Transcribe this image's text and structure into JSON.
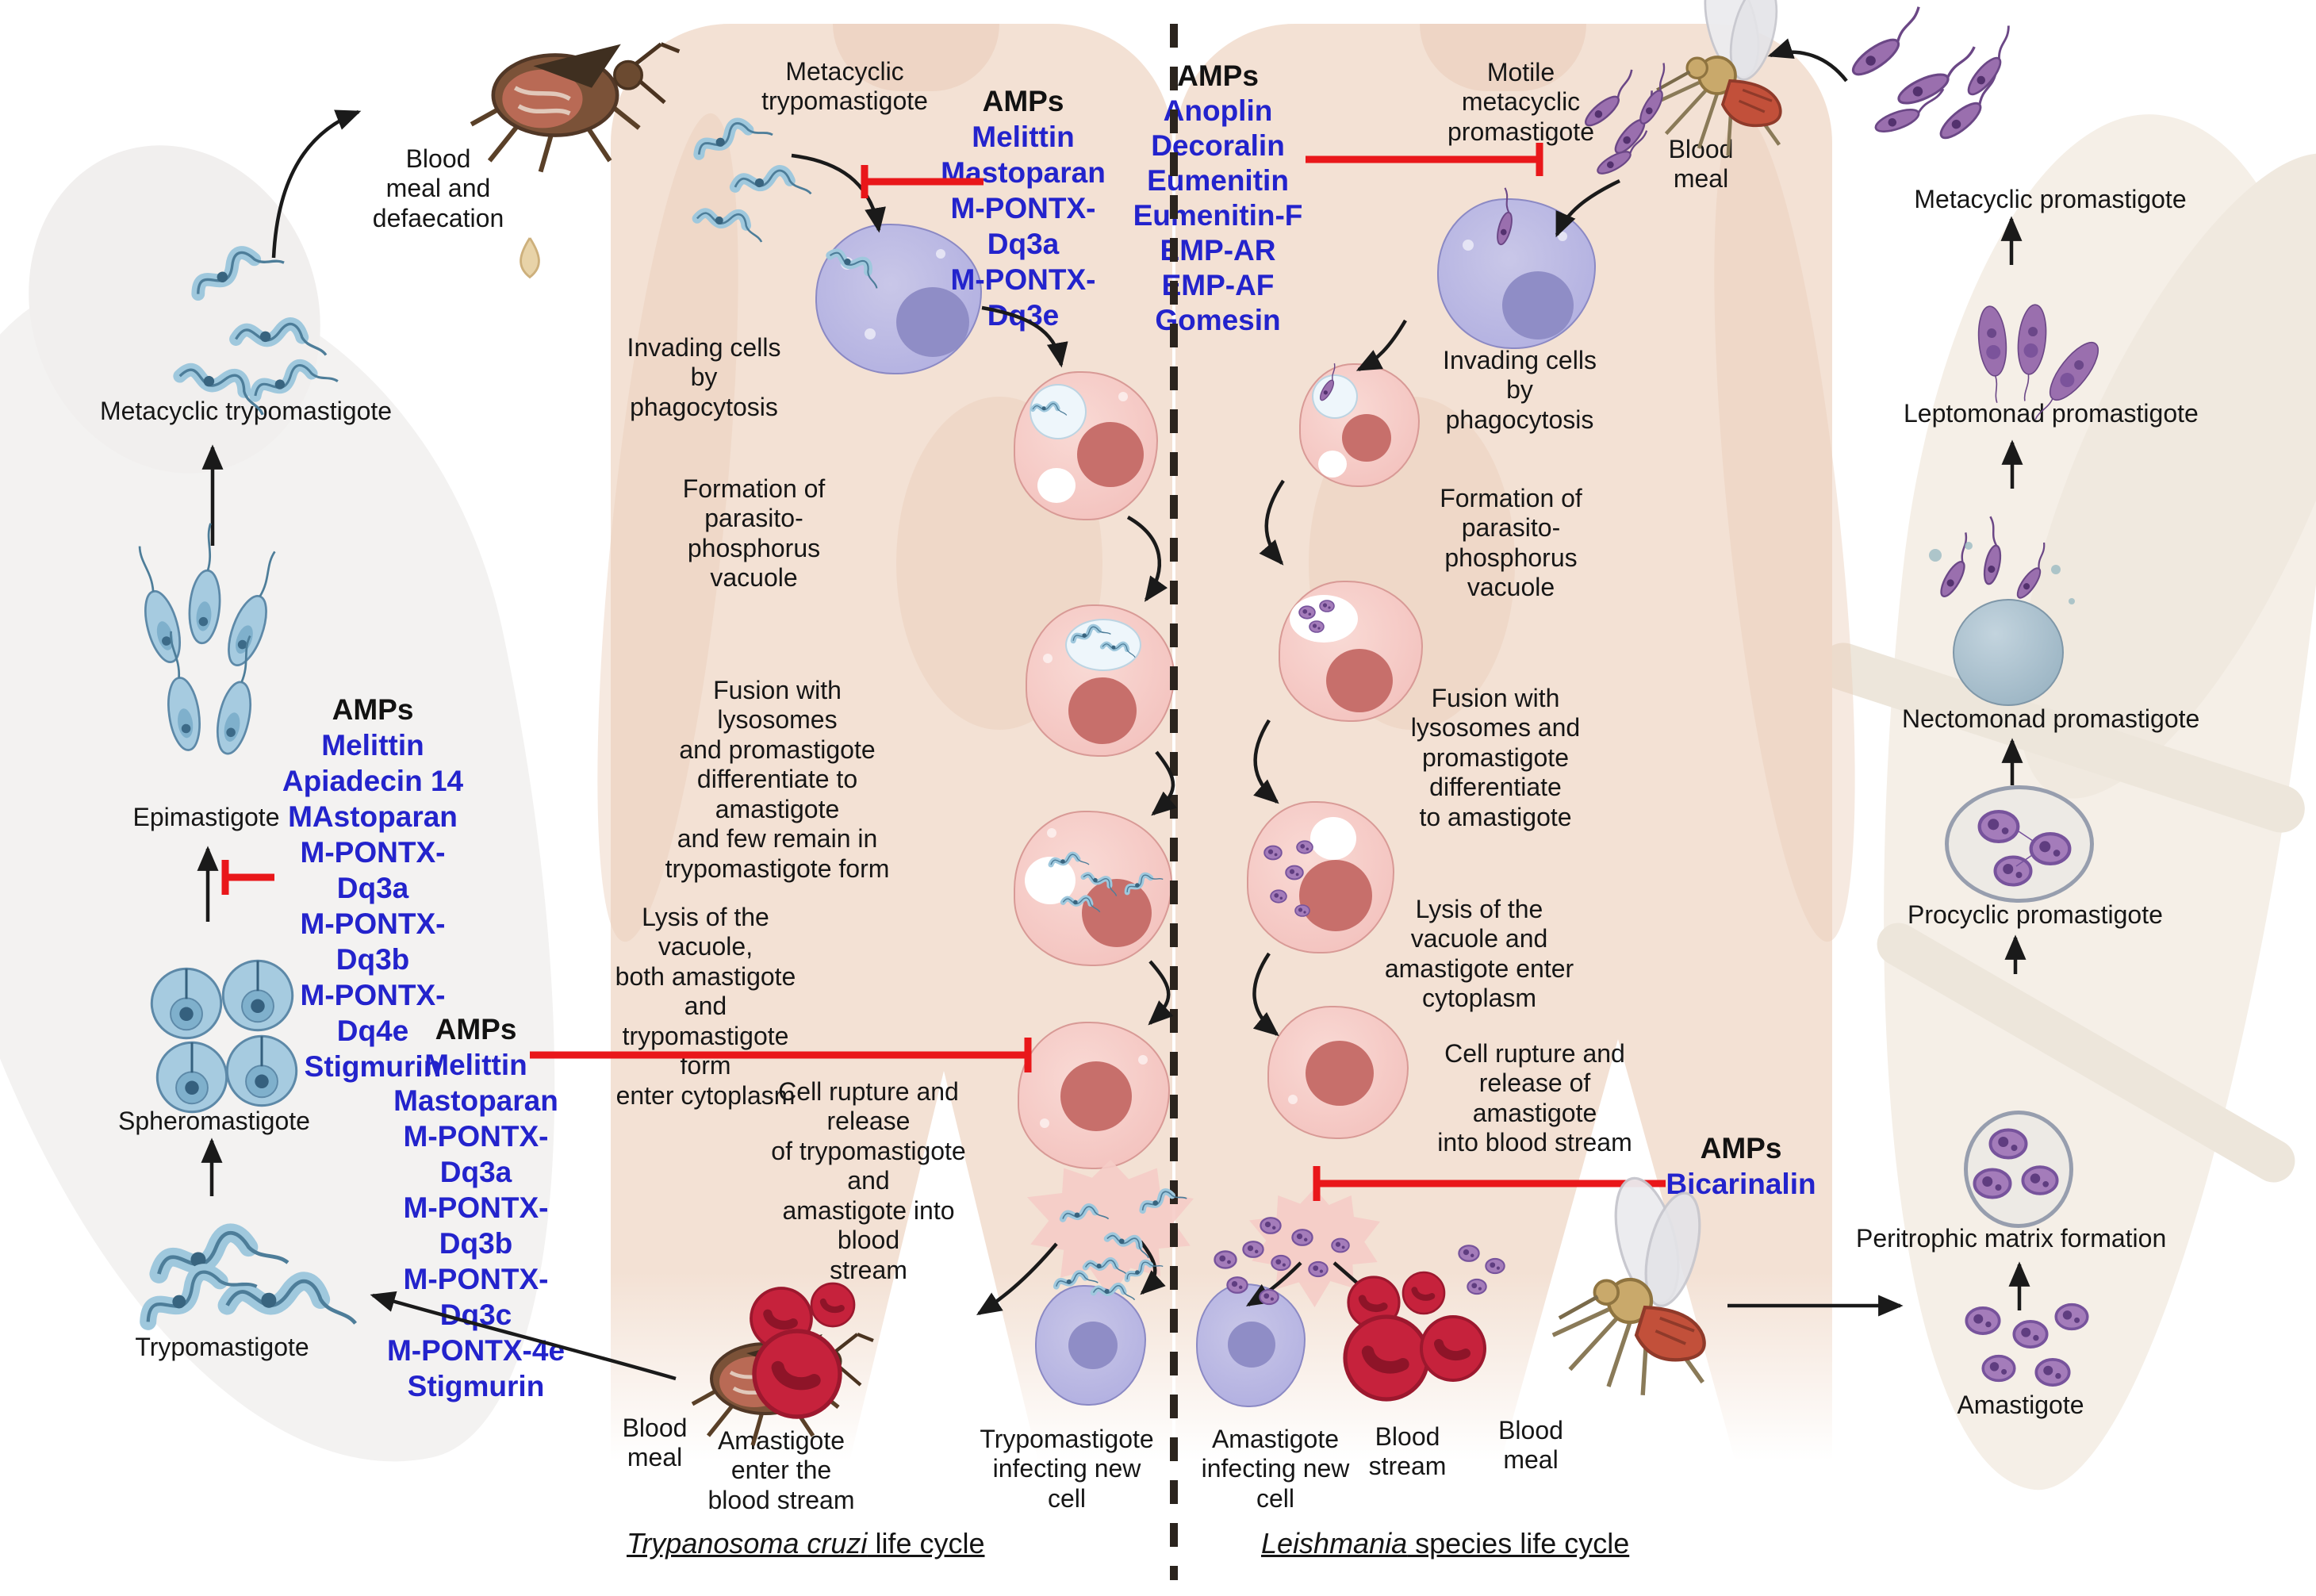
{
  "colors": {
    "amp_blue": "#2323cc",
    "text_black": "#161616",
    "inhibit_red": "#e9171a",
    "torso": "#f3e1d4",
    "cell_pink": "#f2bdb9",
    "cell_nucleus": "#c76f6b",
    "macrophage": "#adabdf",
    "parasite_blue": "#9fc8dd",
    "leishmania_purple": "#9a6fae",
    "rbc_red": "#c6223c"
  },
  "left": {
    "blood_meal_defaecation": "Blood\nmeal and\ndefaecation",
    "metacyclic_trypomastigote": "Metacyclic trypomastigote",
    "epimastigote": "Epimastigote",
    "spheromastigote": "Spheromastigote",
    "trypomastigote": "Trypomastigote",
    "blood_meal": "Blood\nmeal",
    "amps_epimastigote": {
      "header": "AMPs",
      "items": [
        "Melittin",
        "Apiadecin 14",
        "MAstoparan",
        "M-PONTX-Dq3a",
        "M-PONTX-Dq3b",
        "M-PONTX-Dq4e",
        "Stigmurin"
      ]
    },
    "amps_bloodstream": {
      "header": "AMPs",
      "items": [
        "Melittin",
        "Mastoparan",
        "M-PONTX-Dq3a",
        "M-PONTX-Dq3b",
        "M-PONTX-Dq3c",
        "M-PONTX-4e",
        "Stigmurin"
      ]
    }
  },
  "tcruzi": {
    "metacyclic": "Metacyclic\ntrypomastigote",
    "amps_entry": {
      "header": "AMPs",
      "items": [
        "Melittin",
        "Mastoparan",
        "M-PONTX-Dq3a",
        "M-PONTX-Dq3e"
      ]
    },
    "invading": "Invading cells by\nphagocytosis",
    "formation": "Formation of\nparasito-phosphorus\nvacuole",
    "fusion": "Fusion with lysosomes\nand promastigote\ndifferentiate to amastigote\nand few remain in\ntrypomastigote form",
    "lysis": "Lysis of the vacuole,\nboth amastigote and\ntrypomastigote form\nenter cytoplasm",
    "rupture": "Cell rupture and release\nof trypomastigote and\namastigote into blood\nstream",
    "amastigote_enter": "Amastigote\nenter the\nblood stream",
    "trypomastigote_infecting": "Trypomastigote\ninfecting new\ncell",
    "title_genus": "Trypanosoma cruzi",
    "title_rest": " life cycle"
  },
  "leishmania": {
    "amps_entry": {
      "header": "AMPs",
      "items": [
        "Anoplin",
        "Decoralin",
        "Eumenitin",
        "Eumenitin-F",
        "EMP-AR",
        "EMP-AF",
        "Gomesin"
      ]
    },
    "motile": "Motile metacyclic\npromastigote",
    "blood_meal_top": "Blood\nmeal",
    "invading": "Invading cells by\nphagocytosis",
    "formation": "Formation of parasito-\nphosphorus vacuole",
    "fusion": "Fusion with lysosomes and\npromastigote differentiate\nto amastigote",
    "lysis": "Lysis of the vacuole and\namastigote enter\ncytoplasm",
    "rupture": "Cell rupture and\nrelease of amastigote\ninto blood stream",
    "amps_blood": {
      "header": "AMPs",
      "items": [
        "Bicarinalin"
      ]
    },
    "amastigote_infecting": "Amastigote\ninfecting new\ncell",
    "blood_stream": "Blood\nstream",
    "blood_meal_bottom": "Blood\nmeal",
    "title_genus": "Leishmania",
    "title_rest": " species life cycle"
  },
  "sandfly": {
    "metacyclic": "Metacyclic promastigote",
    "leptomonad": "Leptomonad promastigote",
    "nectomonad": "Nectomonad promastigote",
    "procyclic": "Procyclic promastigote",
    "peritrophic": "Peritrophic matrix formation",
    "amastigote": "Amastigote"
  }
}
